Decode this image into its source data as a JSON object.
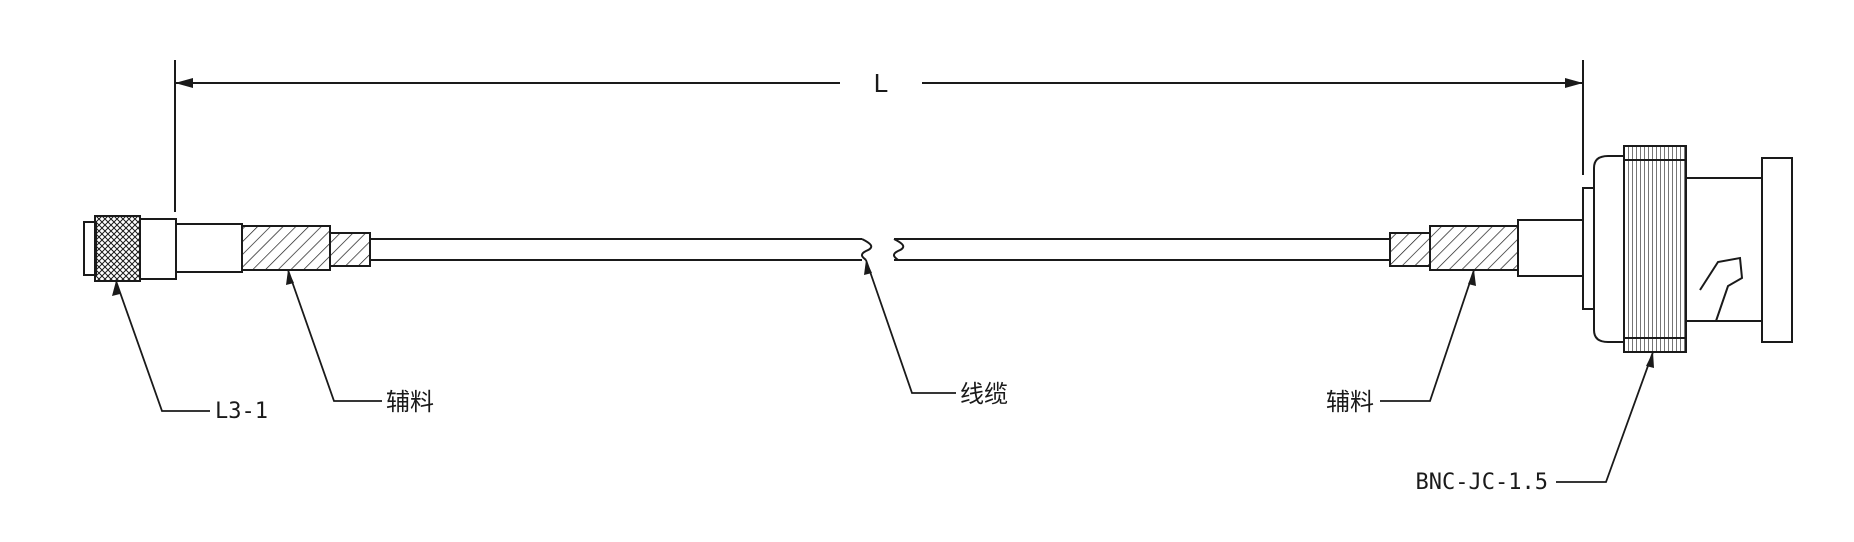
{
  "dimension": {
    "length_label": "L"
  },
  "callouts": {
    "left_connector": "L3-1",
    "left_material": "辅料",
    "cable": "线缆",
    "right_material": "辅料",
    "right_connector": "BNC-JC-1.5"
  },
  "colors": {
    "line": "#1a1a1a",
    "background": "#ffffff"
  }
}
